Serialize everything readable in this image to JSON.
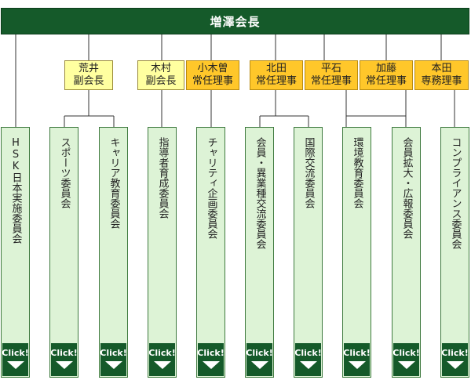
{
  "head": {
    "title": "増澤会長"
  },
  "officers": [
    {
      "id": "arai",
      "line1": "荒井",
      "line2": "副会長",
      "kind": "vice"
    },
    {
      "id": "kimura",
      "line1": "木村",
      "line2": "副会長",
      "kind": "vice"
    },
    {
      "id": "ogiso",
      "line1": "小木曽",
      "line2": "常任理事",
      "kind": "exec"
    },
    {
      "id": "kitada",
      "line1": "北田",
      "line2": "常任理事",
      "kind": "exec"
    },
    {
      "id": "hiraishi",
      "line1": "平石",
      "line2": "常任理事",
      "kind": "exec"
    },
    {
      "id": "kato",
      "line1": "加藤",
      "line2": "常任理事",
      "kind": "exec"
    },
    {
      "id": "honda",
      "line1": "本田",
      "line2": "専務理事",
      "kind": "exec"
    }
  ],
  "committees": [
    {
      "id": "hsk",
      "label": "HSK日本実施委員会"
    },
    {
      "id": "sports",
      "label": "スポーツ委員会"
    },
    {
      "id": "career",
      "label": "キャリア教育委員会"
    },
    {
      "id": "leader",
      "label": "指導者育成委員会"
    },
    {
      "id": "charity",
      "label": "チャリティ企画委員会"
    },
    {
      "id": "exchange",
      "label": "会員・異業種交流委員会"
    },
    {
      "id": "intl",
      "label": "国際交流委員会"
    },
    {
      "id": "env",
      "label": "環境教育委員会"
    },
    {
      "id": "expand",
      "label": "会員拡大・広報委員会"
    },
    {
      "id": "compliance",
      "label": "コンプライアンス委員会"
    }
  ],
  "click_label": "Click!",
  "colors": {
    "green": "#155a2a",
    "committee_bg": "#ddf3d6",
    "vice_bg": "#ffffa0",
    "exec_bg": "#ffc72a",
    "line": "#333333"
  }
}
